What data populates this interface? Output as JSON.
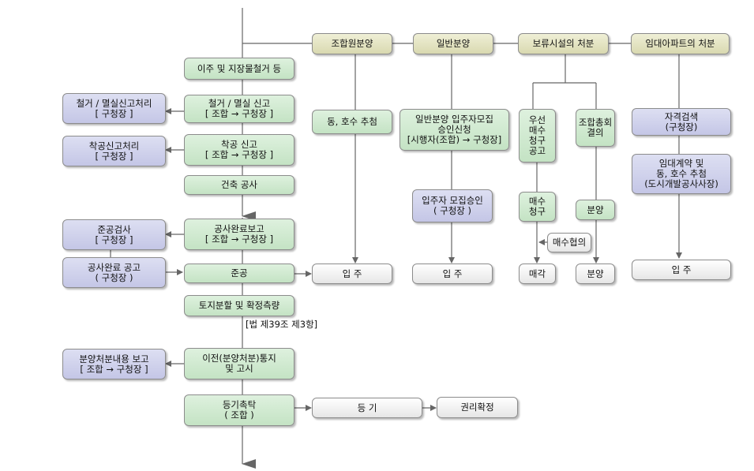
{
  "diagram": {
    "top_headers": {
      "member_sale": "조합원분양",
      "general_sale": "일반분양",
      "reserved_facilities": "보류시설의 처분",
      "rental_apartments": "임대아파트의 처분"
    },
    "main_flow": {
      "relocation": "이주 및 지장물철거 등",
      "demolition_report": "철거 / 멸실 신고\n[ 조합 → 구청장 ]",
      "construction_start_report": "착공 신고\n[ 조합 → 구청장 ]",
      "building_construction": "건축 공사",
      "completion_report": "공사완료보고\n[ 조합 → 구청장 ]",
      "completion": "준공",
      "land_division": "토지분할 및 확정측량",
      "law_note": "[법 제39조 제3항]",
      "transfer_notice": "이전(분양처분)통지\n및 고시",
      "registration": "등기촉탁\n( 조합 )"
    },
    "side_processes": {
      "demolition_processing": "철거 / 멸실신고처리\n[ 구청장 ]",
      "construction_start_processing": "착공신고처리\n[ 구청장 ]",
      "completion_inspection": "준공검사\n[ 구청장 ]",
      "completion_notice": "공사완료 공고\n( 구청장 )",
      "sale_report": "분양처분내용 보고\n[ 조합 → 구청장 ]"
    },
    "member_branch": {
      "lottery": "동, 호수 추첨",
      "move_in": "입  주"
    },
    "general_branch": {
      "recruitment_request": "일반분양 입주자모집\n승인신청\n[시행자(조합) → 구청장]",
      "recruitment_approval": "입주자 모집승인\n( 구청장 )",
      "move_in": "입  주"
    },
    "reserved_branch": {
      "priority_purchase_notice": "우선\n매수\n청구\n공고",
      "general_meeting": "조합총회\n결의",
      "purchase_claim": "매수\n청구",
      "sale": "분양",
      "purchase_negotiation": "매수협의",
      "disposal_sale": "매각",
      "disposal_distribution": "분양"
    },
    "rental_branch": {
      "qualification_check": "자격검색\n(구청장)",
      "lease_contract": "임대계약 및\n동, 호수 추첨\n(도시개발공사사장)",
      "move_in": "입  주"
    },
    "registration_flow": {
      "registration": "등   기",
      "rights_confirmation": "권리확정"
    }
  }
}
